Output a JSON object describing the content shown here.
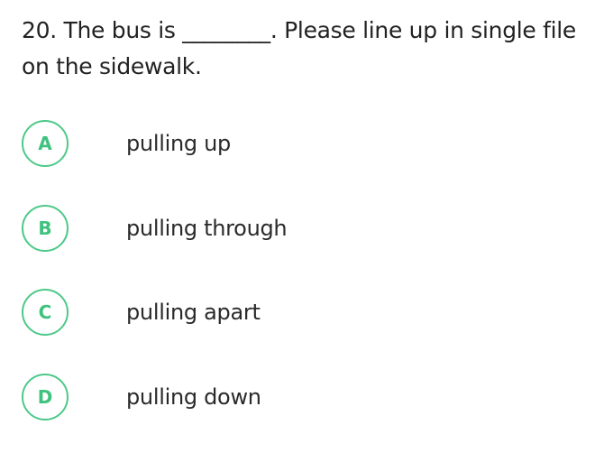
{
  "question": {
    "text": "20. The bus is ________. Please line up in single file on the sidewalk."
  },
  "options": [
    {
      "letter": "A",
      "text": "pulling up"
    },
    {
      "letter": "B",
      "text": "pulling through"
    },
    {
      "letter": "C",
      "text": "pulling apart"
    },
    {
      "letter": "D",
      "text": "pulling down"
    }
  ],
  "colors": {
    "accent": "#4dc989",
    "text": "#222222",
    "background": "#ffffff"
  }
}
